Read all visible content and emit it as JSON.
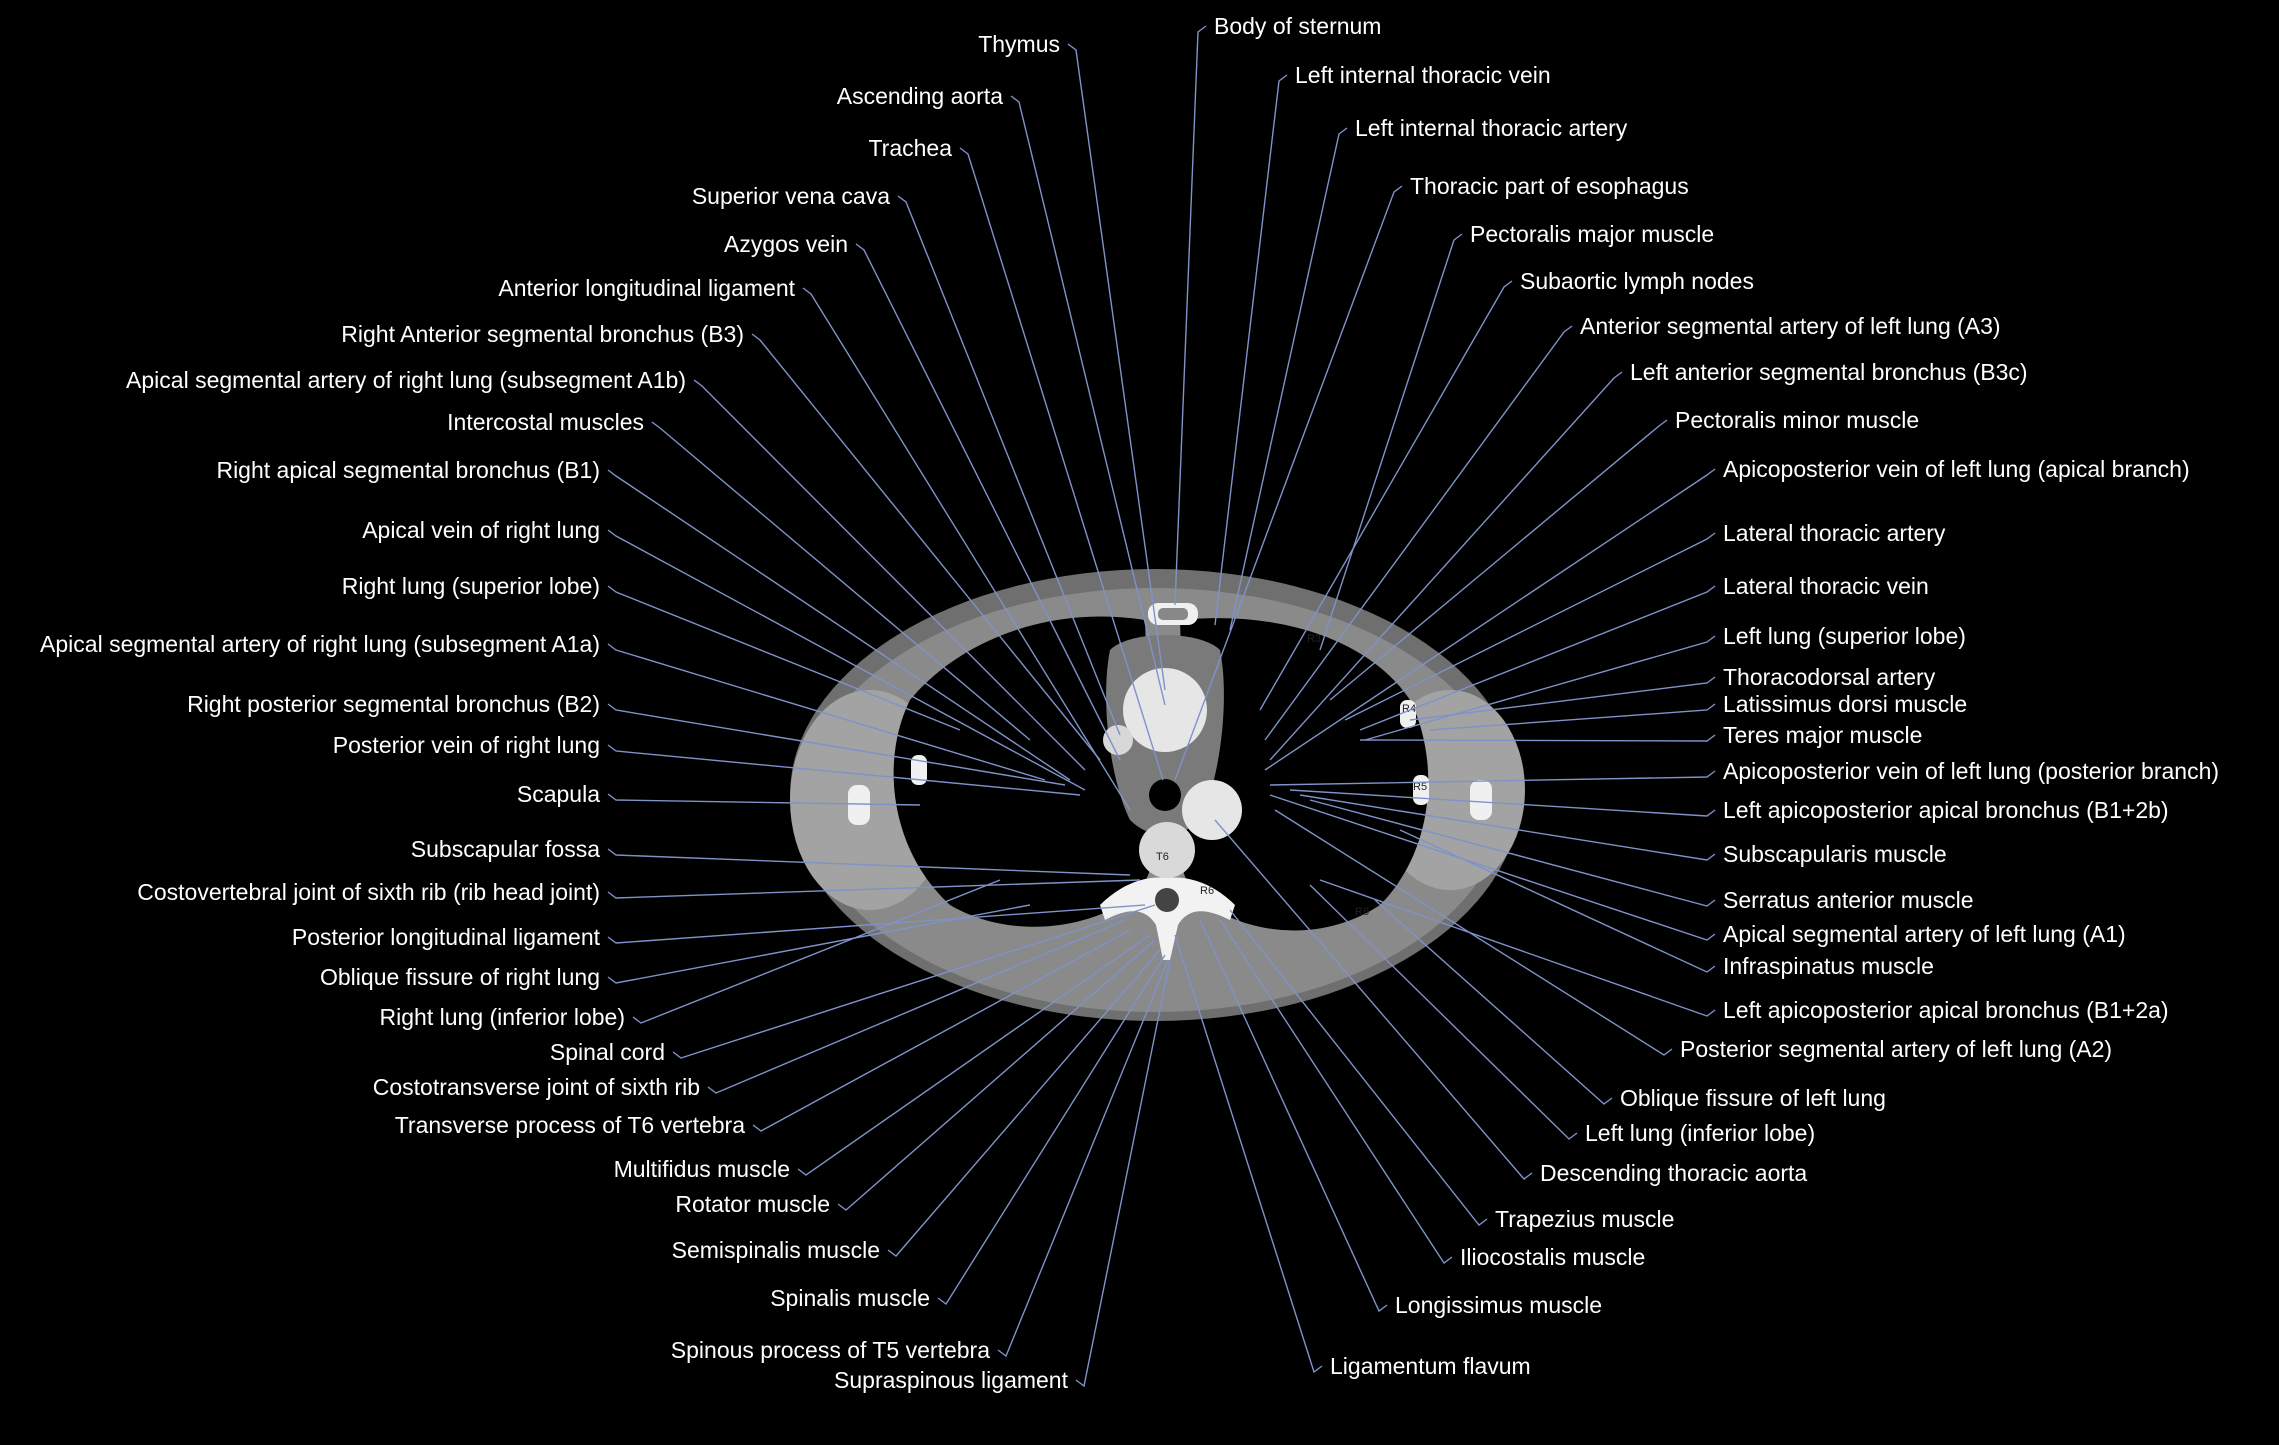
{
  "colors": {
    "background": "#000000",
    "label_text": "#ffffff",
    "leader_line": "#7f93c9",
    "soft_tissue": "#7a7a7a",
    "muscle": "#9a9a9a",
    "bone": "#f0f0f0",
    "lung": "#000000",
    "vessel_contrast": "#e8e8e8"
  },
  "image_labels": {
    "vertebra": "T6",
    "ribs": [
      "R3",
      "R4",
      "R5",
      "R6",
      "R6"
    ]
  },
  "left_labels": [
    "Thymus",
    "Ascending aorta",
    "Trachea",
    "Superior vena cava",
    "Azygos vein",
    "Anterior longitudinal ligament",
    "Right Anterior segmental bronchus (B3)",
    "Apical segmental artery of right lung (subsegment A1b)",
    "Intercostal muscles",
    "Right apical segmental bronchus (B1)",
    "Apical vein of right lung",
    "Right lung (superior lobe)",
    "Apical segmental artery of right lung (subsegment A1a)",
    "Right posterior segmental bronchus (B2)",
    "Posterior vein of right lung",
    "Scapula",
    "Subscapular fossa",
    "Costovertebral joint of sixth rib (rib head joint)",
    "Posterior longitudinal ligament",
    "Oblique fissure of right lung",
    "Right lung  (inferior lobe)",
    "Spinal cord",
    "Costotransverse joint of sixth rib",
    "Transverse process of T6 vertebra",
    "Multifidus muscle",
    "Rotator muscle",
    "Semispinalis muscle",
    "Spinalis muscle",
    "Spinous process of T5 vertebra",
    "Supraspinous ligament"
  ],
  "right_labels": [
    "Body of sternum",
    "Left internal thoracic vein",
    "Left internal thoracic artery",
    "Thoracic part of esophagus",
    "Pectoralis major muscle",
    "Subaortic lymph nodes",
    "Anterior segmental artery of left lung (A3)",
    "Left anterior segmental bronchus (B3c)",
    "Pectoralis minor muscle",
    "Apicoposterior vein of left lung (apical branch)",
    "Lateral thoracic artery",
    "Lateral thoracic vein",
    "Left lung (superior lobe)",
    "Thoracodorsal artery",
    "Latissimus dorsi muscle",
    "Teres major muscle",
    "Apicoposterior vein of left lung (posterior branch)",
    "Left apicoposterior apical bronchus (B1+2b)",
    "Subscapularis muscle",
    "Serratus anterior muscle",
    "Apical segmental artery of left lung (A1)",
    "Infraspinatus muscle",
    "Left apicoposterior apical bronchus (B1+2a)",
    "Posterior segmental artery of left lung (A2)",
    "Oblique fissure of left lung",
    "Left lung (inferior lobe)",
    "Descending thoracic aorta",
    "Trapezius muscle",
    "Iliocostalis muscle",
    "Longissimus muscle",
    "Ligamentum flavum"
  ]
}
